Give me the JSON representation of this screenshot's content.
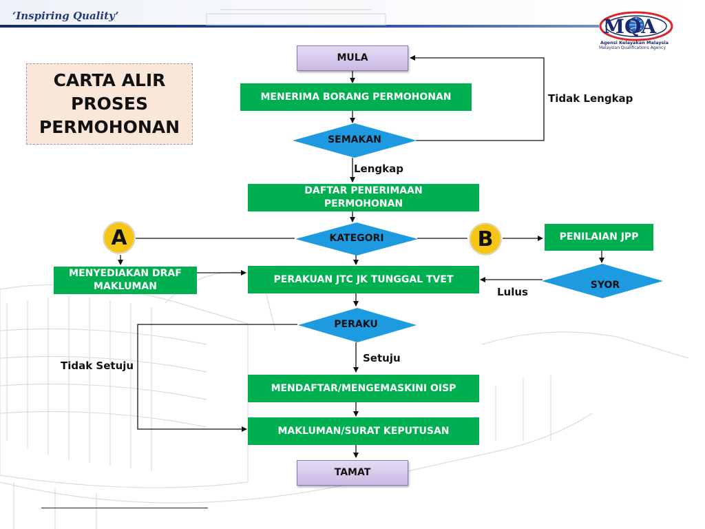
{
  "header": {
    "tagline": "‘Inspiring Quality’",
    "logo_text": "MQA",
    "logo_sub1": "Agensi Kelayakan Malaysia",
    "logo_sub2": "Malaysian Qualifications Agency"
  },
  "title": {
    "line1": "CARTA ALIR",
    "line2": "PROSES",
    "line3": "PERMOHONAN"
  },
  "nodes": {
    "mula": "MULA",
    "menerima": "MENERIMA BORANG PERMOHONAN",
    "semakan": "SEMAKAN",
    "daftar": "DAFTAR PENERIMAAN PERMOHONAN",
    "kategori": "KATEGORI",
    "menyediakan": "MENYEDIAKAN DRAF MAKLUMAN",
    "perakuan": "PERAKUAN JTC JK TUNGGAL TVET",
    "penilaian": "PENILAIAN JPP",
    "syor": "SYOR",
    "peraku": "PERAKU",
    "mendaftar": "MENDAFTAR/MENGEMASKINI OISP",
    "makluman": "MAKLUMAN/SURAT KEPUTUSAN",
    "tamat": "TAMAT"
  },
  "connectors": {
    "a": "A",
    "b": "B"
  },
  "edge_labels": {
    "tidak_lengkap": "Tidak Lengkap",
    "lengkap": "Lengkap",
    "lulus": "Lulus",
    "setuju": "Setuju",
    "tidak_setuju": "Tidak Setuju"
  },
  "colors": {
    "process_green": "#00b050",
    "decision_blue": "#1e9be0",
    "terminal_lavender": "#d6c9ec",
    "connector_yellow": "#f5c518",
    "brand_navy": "#1a2a6c"
  }
}
